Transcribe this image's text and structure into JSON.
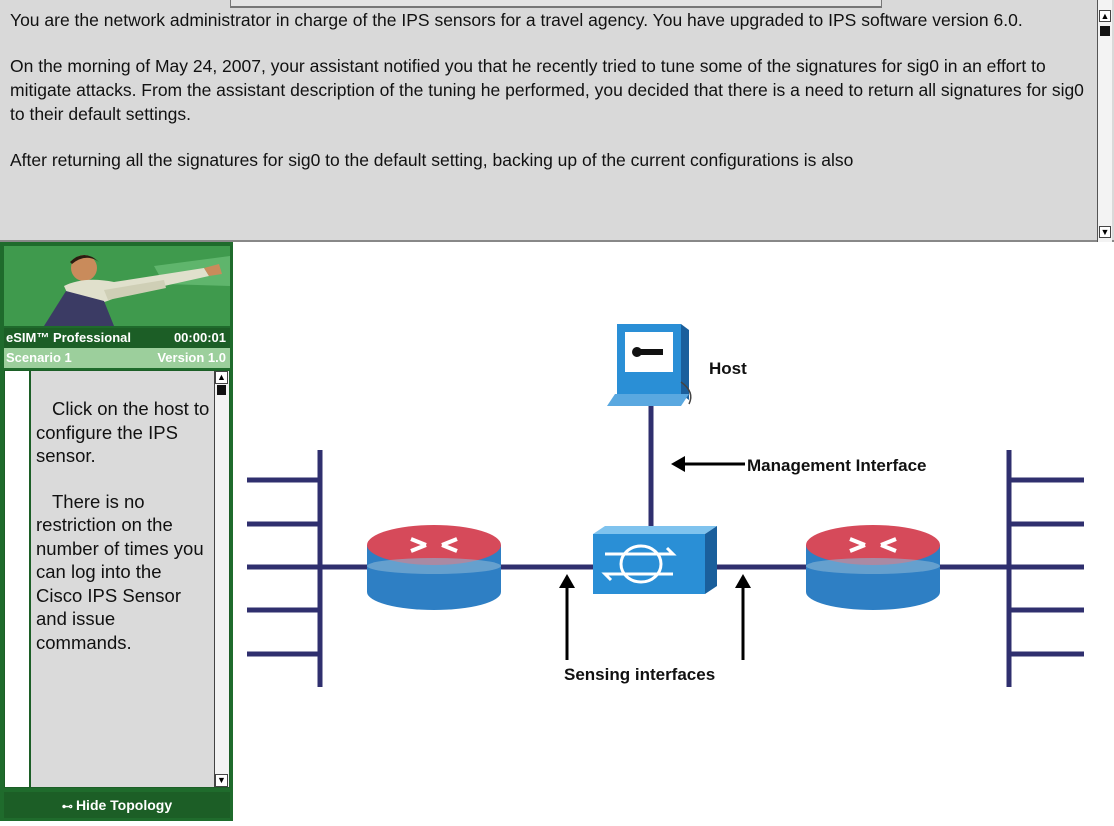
{
  "scenario": {
    "paragraphs": [
      "You are the network administrator in charge of the IPS sensors for a travel agency. You have upgraded to IPS software version 6.0.",
      "On the morning of May 24, 2007, your assistant notified you that he recently tried to tune some of the signatures for sig0 in an effort to mitigate attacks. From the assistant description of the tuning he performed, you decided that there is a need to return all signatures for sig0 to their default settings.",
      "After returning all the signatures for sig0 to the default setting, backing up of the current configurations is also"
    ]
  },
  "sidebar": {
    "product": "eSIM™ Professional",
    "timer": "00:00:01",
    "scenario_label": "Scenario 1",
    "version_label": "Version 1.0",
    "instructions": [
      "Click on the host to configure the IPS sensor.",
      "There is no restriction on the number of times you can log into the Cisco IPS Sensor and issue commands."
    ],
    "hide_topology_label": "Hide Topology"
  },
  "topology": {
    "host_label": "Host",
    "management_label": "Management Interface",
    "sensing_label": "Sensing interfaces"
  },
  "colors": {
    "sidebar_green": "#1f6b2c",
    "router_top": "#d64a5a",
    "router_body": "#2e7fc4",
    "sensor": "#2a8fd6",
    "line": "#2f2f6e"
  }
}
